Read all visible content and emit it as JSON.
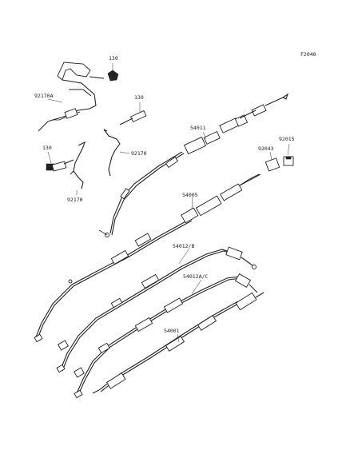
{
  "figure_id": "F2040",
  "labels": {
    "p130_a": "130",
    "p92170A": "92170A",
    "p130_b": "130",
    "p130_c": "130",
    "p92170_a": "92170",
    "p92170_b": "92170",
    "p54011": "54011",
    "p92043": "92043",
    "p92015": "92015",
    "p54005": "54005",
    "p54012B": "54012/B",
    "p54012AC": "54012A/C",
    "p54001": "54001"
  }
}
